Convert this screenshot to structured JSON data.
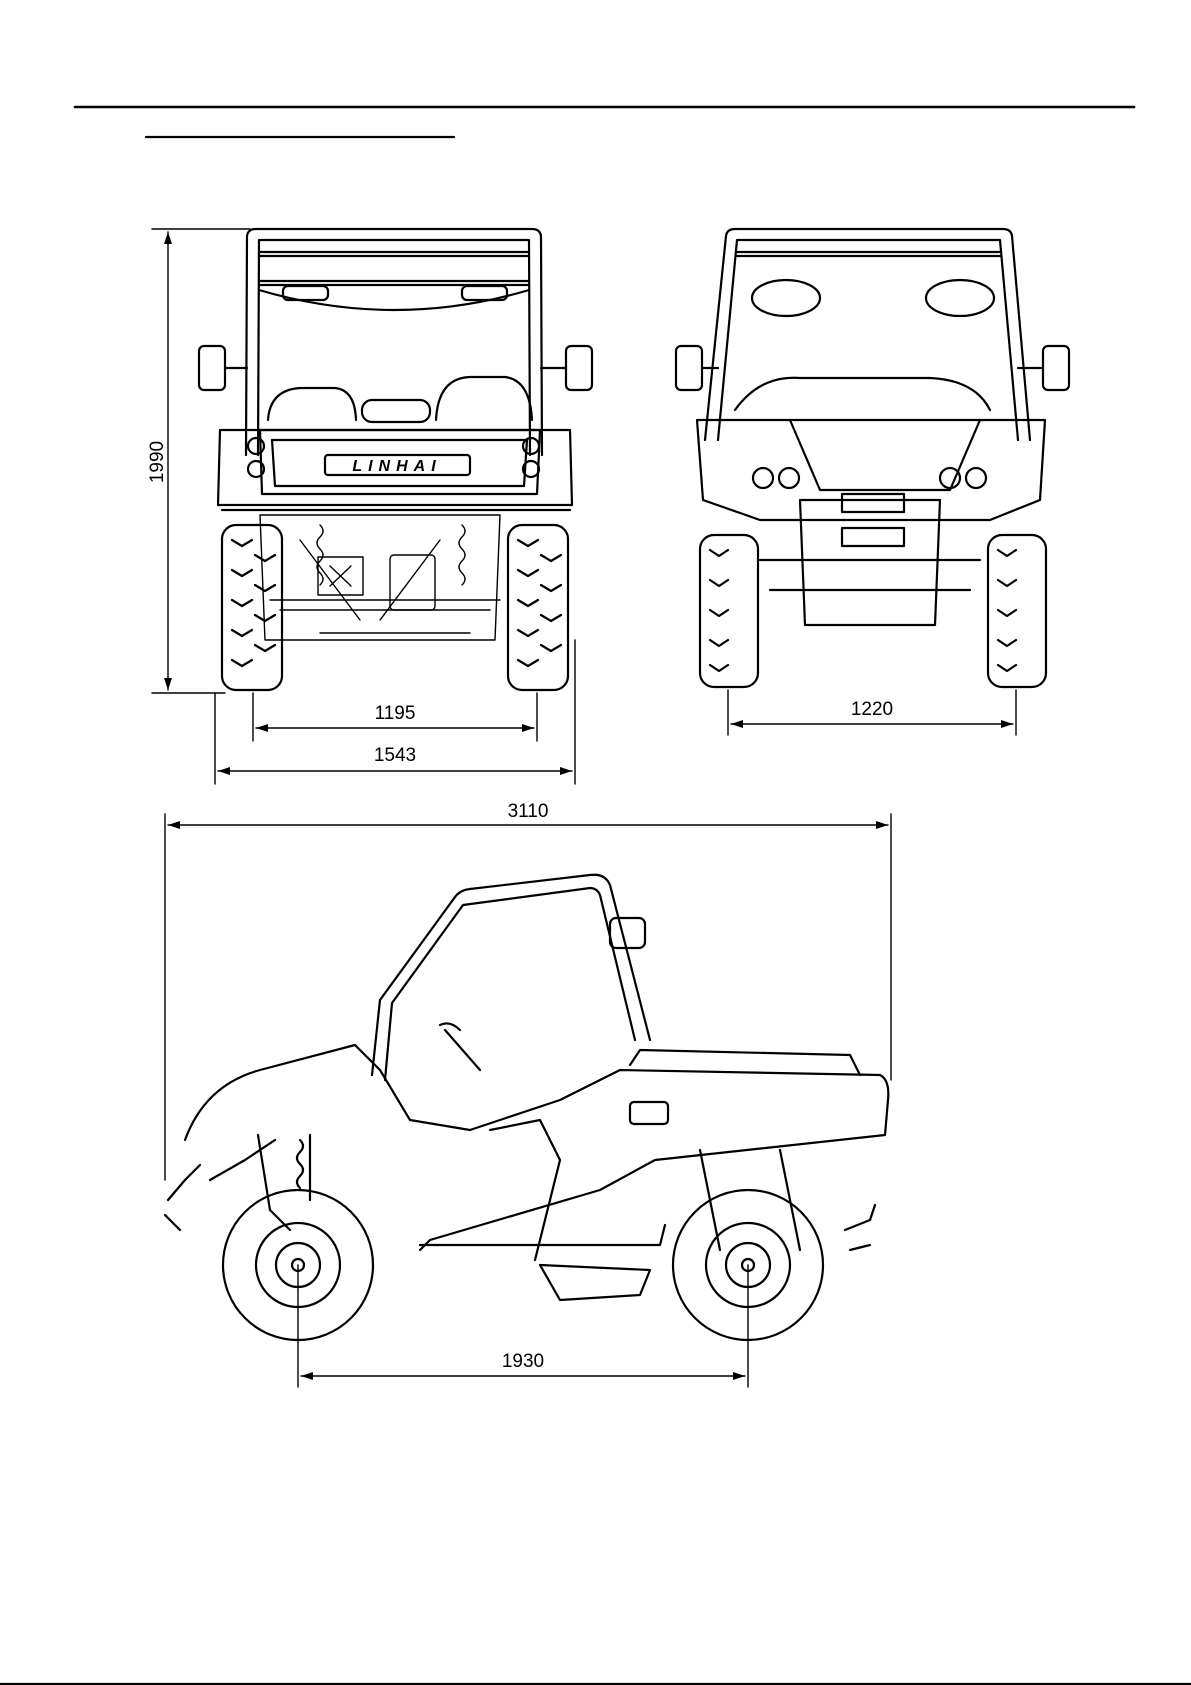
{
  "page": {
    "header_rule": true,
    "section_underline": true
  },
  "dimensions": {
    "overall_height": "1990",
    "rear_track": "1195",
    "overall_width": "1543",
    "front_track": "1220",
    "overall_length": "3110",
    "wheelbase": "1930"
  },
  "views": {
    "rear_badge": "LINHAI"
  },
  "colors": {
    "line": "#000000",
    "paper": "#ffffff"
  }
}
